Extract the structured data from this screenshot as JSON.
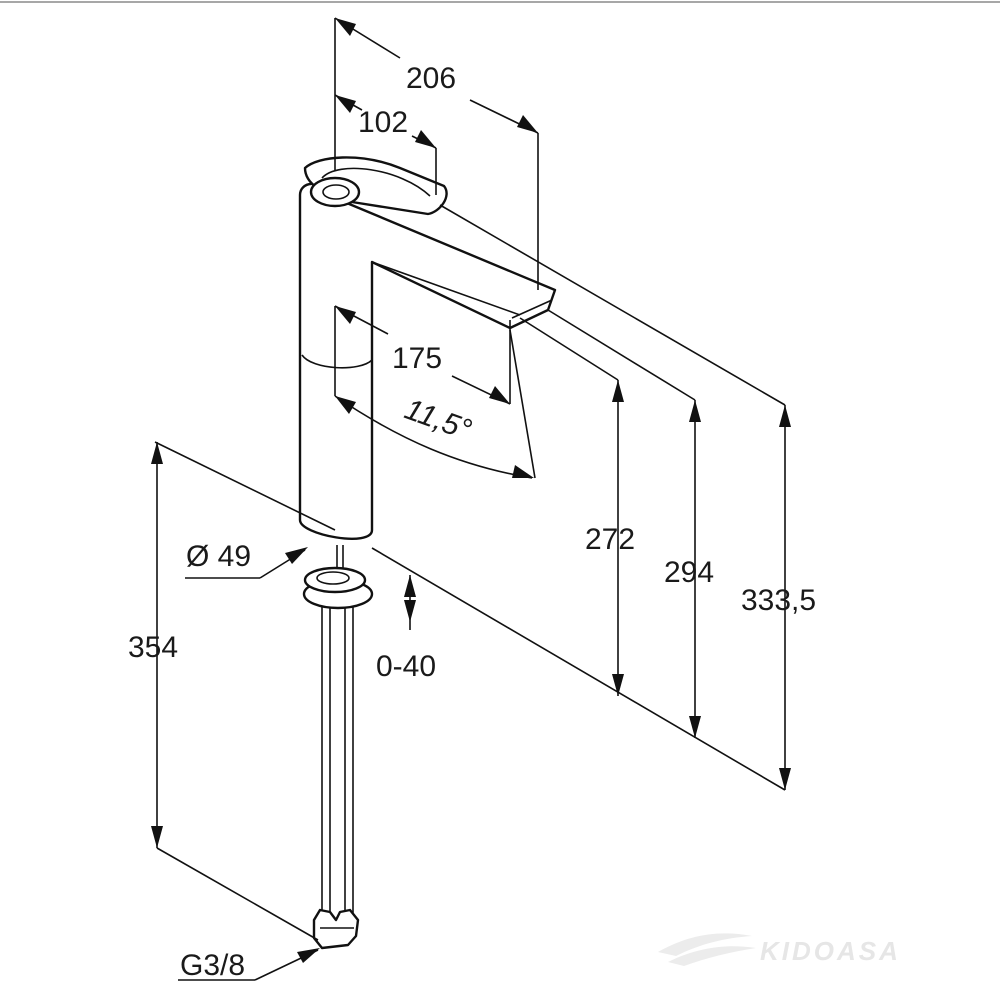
{
  "dimensions": {
    "overall_depth": "206",
    "lever_depth": "102",
    "spout_reach": "175",
    "swivel_angle": "11,5°",
    "base_diameter": "Ø 49",
    "under_counter_length": "354",
    "mounting_thickness": "0-40",
    "spout_height": "272",
    "lever_height": "294",
    "total_height": "333,5",
    "connection_thread": "G3/8"
  },
  "watermark": {
    "text": "KIDOASA"
  },
  "colors": {
    "line": "#111111",
    "background": "#ffffff",
    "watermark": "#e6e6e6"
  }
}
